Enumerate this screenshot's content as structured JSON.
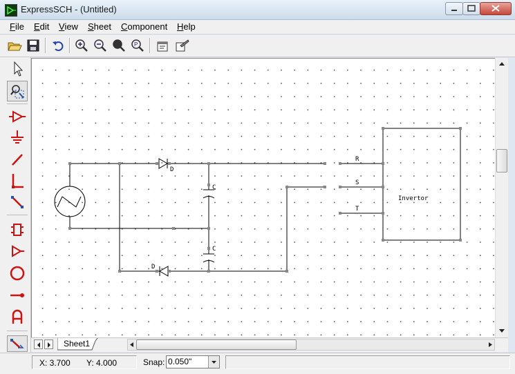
{
  "window": {
    "title": "ExpressSCH - (Untitled)"
  },
  "menu": [
    {
      "label": "File"
    },
    {
      "label": "Edit"
    },
    {
      "label": "View"
    },
    {
      "label": "Sheet"
    },
    {
      "label": "Component"
    },
    {
      "label": "Help"
    }
  ],
  "toolbar": {
    "icons": [
      "open-folder-icon",
      "save-disk-icon",
      "undo-icon",
      "zoom-in-icon",
      "zoom-out-icon",
      "zoom-fit-icon",
      "zoom-page-icon",
      "properties-icon",
      "component-edit-icon"
    ]
  },
  "left_tools": {
    "icons": [
      "pointer-icon",
      "zoom-select-icon",
      "triangle-symbol-icon",
      "ground-icon",
      "wire-icon",
      "bus-entry-icon",
      "diagonal-line-icon",
      "component-icon",
      "port-icon",
      "circle-icon",
      "pin-icon",
      "text-icon",
      "net-label-icon"
    ]
  },
  "schematic": {
    "diode_top_label": "D",
    "diode_bottom_label": "D",
    "cap_top_label": "C",
    "cap_bottom_label": "C",
    "port_r": "R",
    "port_s": "S",
    "port_t": "T",
    "block_label": "Invertor"
  },
  "sheet_tab": {
    "label": "Sheet1"
  },
  "status": {
    "x": "X: 3.700",
    "y": "Y: 4.000",
    "snap_label": "Snap:",
    "snap_value": "0.050\""
  },
  "colors": {
    "tool_red": "#cc1111",
    "tool_blue": "#2255aa",
    "wire": "#000000"
  }
}
